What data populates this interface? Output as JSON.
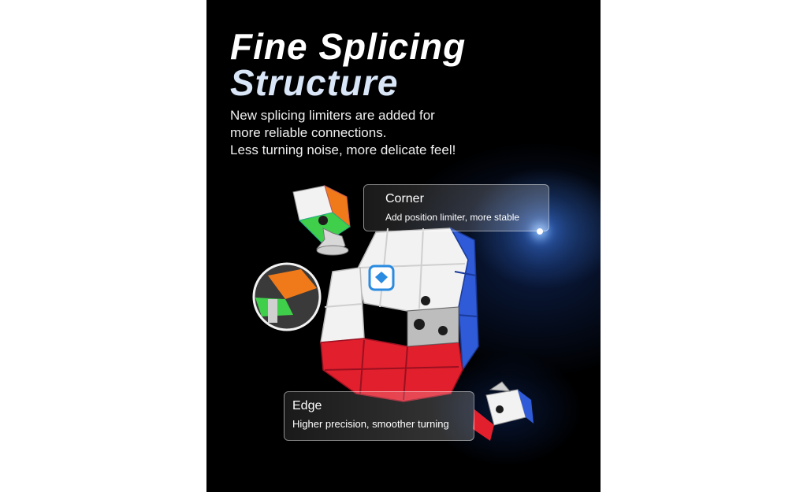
{
  "title": {
    "line1": "Fine Splicing",
    "line2": "Structure"
  },
  "description": [
    "New splicing limiters are added for",
    "more reliable connections.",
    "Less turning noise, more delicate feel!"
  ],
  "callouts": {
    "corner": {
      "heading": "Corner",
      "text": "Add position limiter, more stable"
    },
    "edge": {
      "heading": "Edge",
      "text": "Higher precision,  smoother turning"
    }
  },
  "colors": {
    "background": "#000000",
    "cube_white": "#f2f2f2",
    "cube_red": "#e21f2d",
    "cube_blue": "#2f5bd8",
    "cube_green": "#3fcf4a",
    "cube_orange": "#f07a1a",
    "logo_blue": "#2a8be0"
  }
}
